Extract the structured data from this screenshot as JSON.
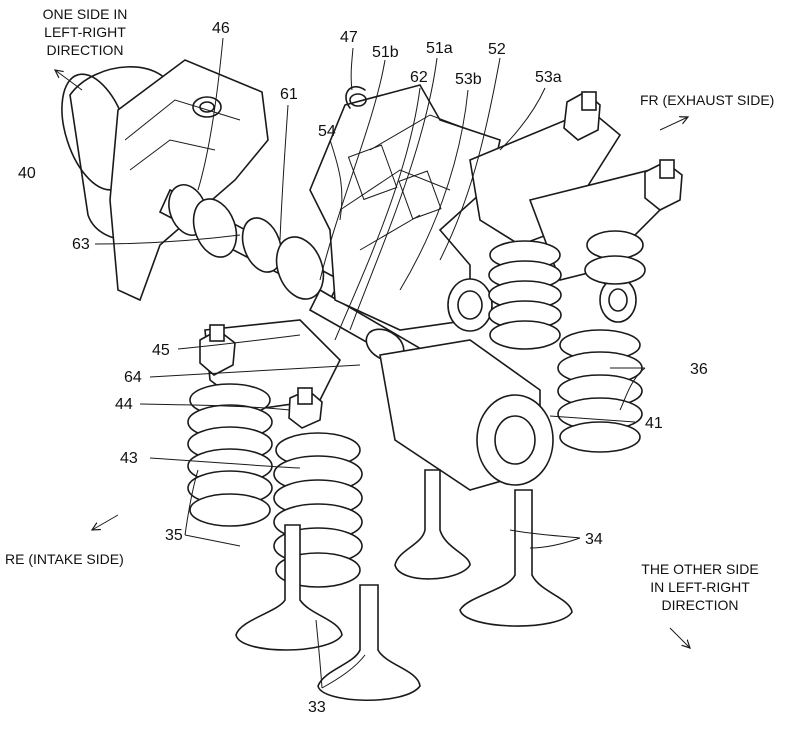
{
  "directions": {
    "one_side_line1": "ONE SIDE IN",
    "one_side_line2": "LEFT-RIGHT",
    "one_side_line3": "DIRECTION",
    "front": "FR (EXHAUST SIDE)",
    "rear": "RE (INTAKE SIDE)",
    "other_side_line1": "THE OTHER SIDE",
    "other_side_line2": "IN LEFT-RIGHT",
    "other_side_line3": "DIRECTION"
  },
  "refs": {
    "r33": "33",
    "r34": "34",
    "r35": "35",
    "r36": "36",
    "r40": "40",
    "r41": "41",
    "r43": "43",
    "r44": "44",
    "r45": "45",
    "r46": "46",
    "r47": "47",
    "r51a": "51a",
    "r51b": "51b",
    "r52": "52",
    "r53a": "53a",
    "r53b": "53b",
    "r54": "54",
    "r61": "61",
    "r62": "62",
    "r63": "63",
    "r64": "64"
  }
}
